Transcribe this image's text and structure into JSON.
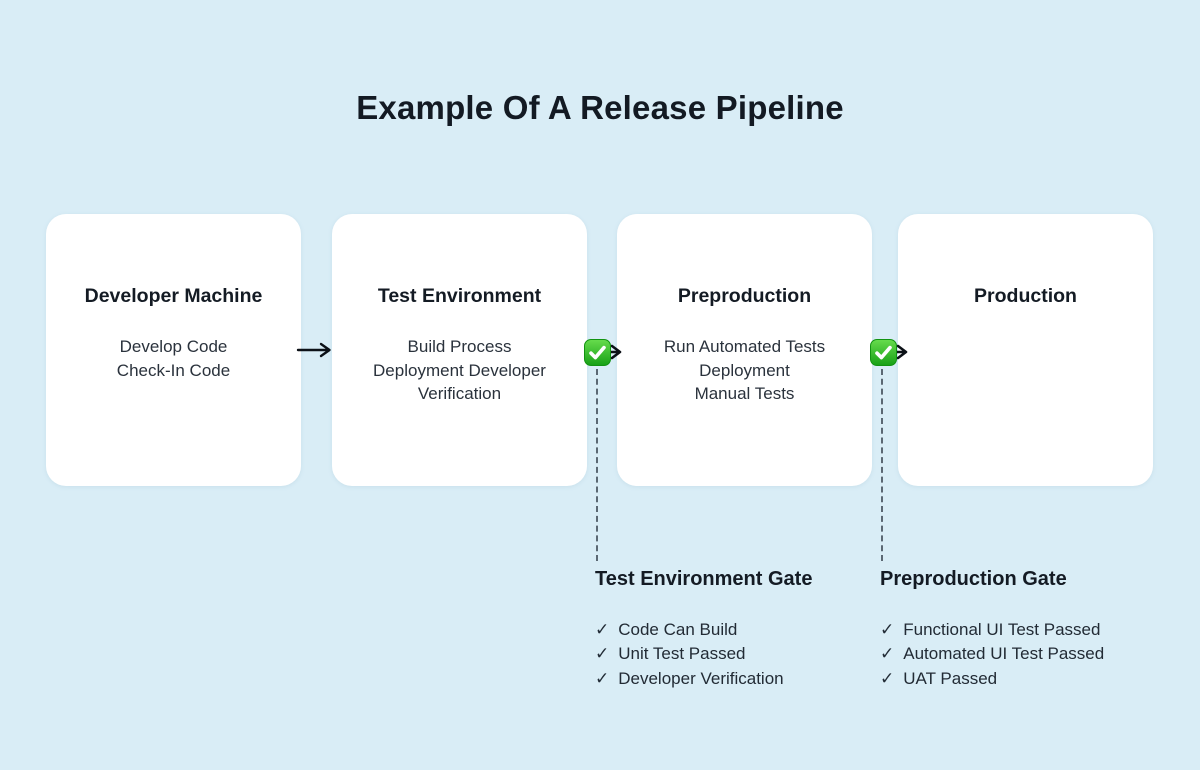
{
  "title": "Example Of A Release Pipeline",
  "colors": {
    "background": "#d9edf6",
    "card": "#ffffff",
    "heading_text": "#141b24",
    "body_text": "#2a323c",
    "arrow": "#0c1117",
    "dashed_line": "#5b6873",
    "badge_green_top": "#63d94a",
    "badge_green_bottom": "#18a017"
  },
  "icons": {
    "check_glyph": "✓",
    "gate_badge": "green-check-badge",
    "stage_connector": "arrow-right"
  },
  "pipeline": {
    "stages": [
      {
        "title": "Developer Machine",
        "tasks": [
          "Develop Code",
          "Check-In Code"
        ]
      },
      {
        "title": "Test Environment",
        "tasks": [
          "Build Process",
          "Deployment Developer",
          "Verification"
        ]
      },
      {
        "title": "Preproduction",
        "tasks": [
          "Run Automated Tests",
          "Deployment",
          "Manual Tests"
        ]
      },
      {
        "title": "Production",
        "tasks": []
      }
    ]
  },
  "gates": [
    {
      "title": "Test Environment Gate",
      "criteria": [
        "Code Can Build",
        "Unit Test Passed",
        "Developer Verification"
      ]
    },
    {
      "title": "Preproduction Gate",
      "criteria": [
        "Functional UI Test Passed",
        "Automated UI Test Passed",
        "UAT Passed"
      ]
    }
  ]
}
